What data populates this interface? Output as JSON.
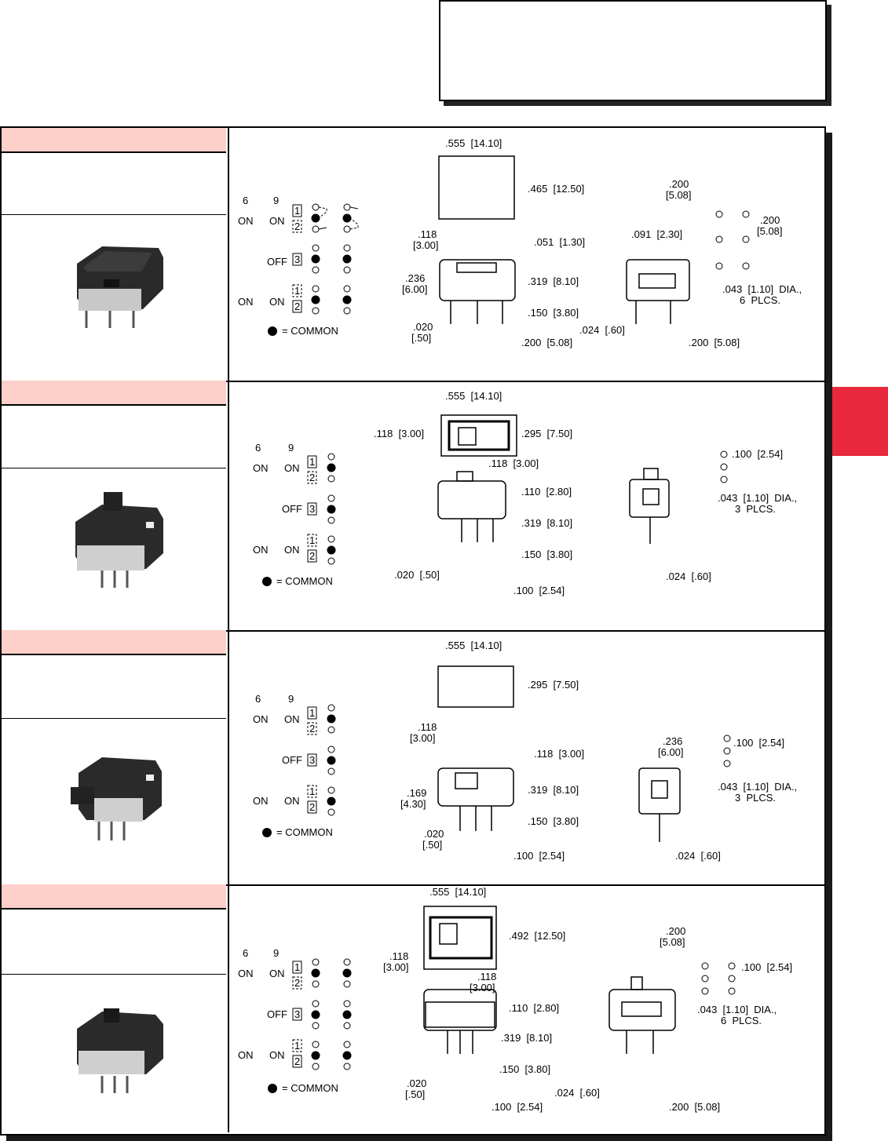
{
  "switches": [
    {
      "schematic": {
        "col_a": "6",
        "col_b": "9",
        "rows": [
          {
            "a": "ON",
            "b": "ON",
            "nums": [
              "1",
              "2"
            ]
          },
          {
            "a": "",
            "b": "OFF",
            "nums": [
              "3"
            ]
          },
          {
            "a": "ON",
            "b": "ON",
            "nums": [
              "1",
              "2"
            ]
          }
        ],
        "legend": "= COMMON"
      },
      "dims": [
        ".555  [14.10]",
        ".465  [12.50]",
        ".118",
        "[3.00]",
        ".051  [1.30]",
        ".091  [2.30]",
        ".236",
        "[6.00]",
        ".319  [8.10]",
        ".150  [3.80]",
        ".020",
        "[.50]",
        ".200  [5.08]",
        ".024  [.60]",
        ".200  [5.08]",
        ".200",
        "[5.08]",
        ".200",
        "[5.08]",
        ".043  [1.10]  DIA.,",
        "6  PLCS."
      ]
    },
    {
      "schematic": {
        "col_a": "6",
        "col_b": "9",
        "rows": [
          {
            "a": "ON",
            "b": "ON",
            "nums": [
              "1",
              "2"
            ]
          },
          {
            "a": "",
            "b": "OFF",
            "nums": [
              "3"
            ]
          },
          {
            "a": "ON",
            "b": "ON",
            "nums": [
              "1",
              "2"
            ]
          }
        ],
        "legend": "= COMMON"
      },
      "dims": [
        ".555  [14.10]",
        ".118  [3.00]",
        ".295  [7.50]",
        ".118  [3.00]",
        ".110  [2.80]",
        ".319  [8.10]",
        ".150  [3.80]",
        ".020  [.50]",
        ".100  [2.54]",
        ".024  [.60]",
        ".100  [2.54]",
        ".043  [1.10]  DIA.,",
        "3  PLCS."
      ]
    },
    {
      "schematic": {
        "col_a": "6",
        "col_b": "9",
        "rows": [
          {
            "a": "ON",
            "b": "ON",
            "nums": [
              "1",
              "2"
            ]
          },
          {
            "a": "",
            "b": "OFF",
            "nums": [
              "3"
            ]
          },
          {
            "a": "ON",
            "b": "ON",
            "nums": [
              "1",
              "2"
            ]
          }
        ],
        "legend": "= COMMON"
      },
      "dims": [
        ".555  [14.10]",
        ".295  [7.50]",
        ".118",
        "[3.00]",
        ".118  [3.00]",
        ".236",
        "[6.00]",
        ".169",
        "[4.30]",
        ".319  [8.10]",
        ".150  [3.80]",
        ".020",
        "[.50]",
        ".100  [2.54]",
        ".024  [.60]",
        ".100  [2.54]",
        ".043  [1.10]  DIA.,",
        "3  PLCS."
      ]
    },
    {
      "schematic": {
        "col_a": "6",
        "col_b": "9",
        "rows": [
          {
            "a": "ON",
            "b": "ON",
            "nums": [
              "1",
              "2"
            ]
          },
          {
            "a": "",
            "b": "OFF",
            "nums": [
              "3"
            ]
          },
          {
            "a": "ON",
            "b": "ON",
            "nums": [
              "1",
              "2"
            ]
          }
        ],
        "legend": "= COMMON"
      },
      "dims": [
        ".555  [14.10]",
        ".492  [12.50]",
        ".118",
        "[3.00]",
        ".118",
        "[3.00]",
        ".110  [2.80]",
        ".319  [8.10]",
        ".150  [3.80]",
        ".020",
        "[.50]",
        ".100  [2.54]",
        ".024  [.60]",
        ".200  [5.08]",
        ".200",
        "[5.08]",
        ".100  [2.54]",
        ".043  [1.10]  DIA.,",
        "6  PLCS."
      ]
    }
  ],
  "colors": {
    "header_pink": "#fcd0c8",
    "tab_red": "#e8283c"
  }
}
